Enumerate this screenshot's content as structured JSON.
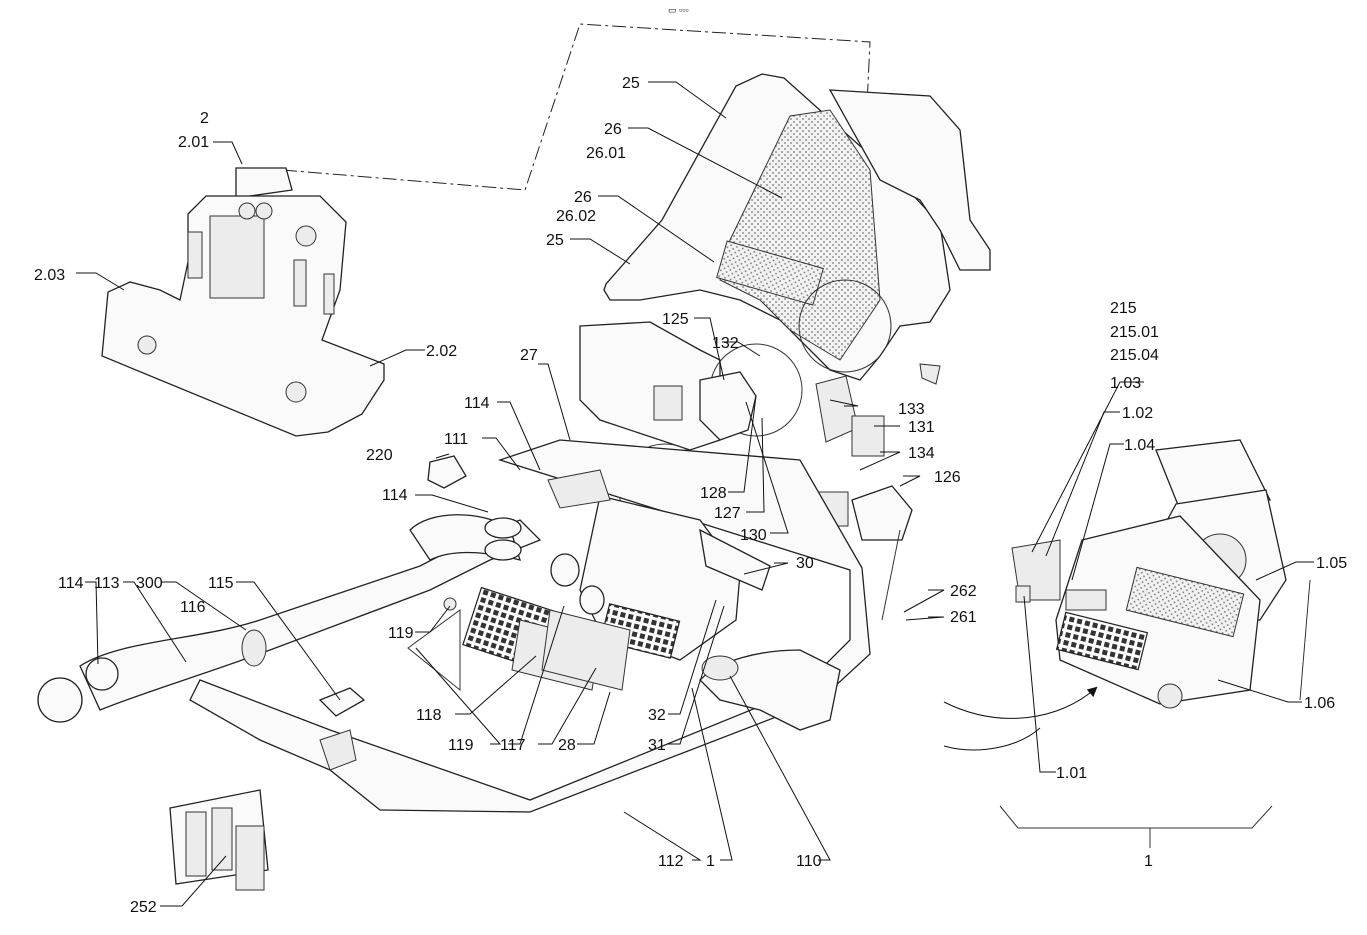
{
  "header": {
    "mark": "▭ ▫▫▫"
  },
  "callouts": [
    {
      "id": "c-2",
      "text": "2"
    },
    {
      "id": "c-2-01",
      "text": "2.01"
    },
    {
      "id": "c-2-03",
      "text": "2.03"
    },
    {
      "id": "c-2-02",
      "text": "2.02"
    },
    {
      "id": "c-25a",
      "text": "25"
    },
    {
      "id": "c-26a",
      "text": "26"
    },
    {
      "id": "c-26-01",
      "text": "26.01"
    },
    {
      "id": "c-26b",
      "text": "26"
    },
    {
      "id": "c-26-02",
      "text": "26.02"
    },
    {
      "id": "c-25b",
      "text": "25"
    },
    {
      "id": "c-125",
      "text": "125"
    },
    {
      "id": "c-132",
      "text": "132"
    },
    {
      "id": "c-27",
      "text": "27"
    },
    {
      "id": "c-114a",
      "text": "114"
    },
    {
      "id": "c-133",
      "text": "133"
    },
    {
      "id": "c-131",
      "text": "131"
    },
    {
      "id": "c-134",
      "text": "134"
    },
    {
      "id": "c-126",
      "text": "126"
    },
    {
      "id": "c-220",
      "text": "220"
    },
    {
      "id": "c-111",
      "text": "111"
    },
    {
      "id": "c-114b",
      "text": "114"
    },
    {
      "id": "c-128",
      "text": "128"
    },
    {
      "id": "c-127",
      "text": "127"
    },
    {
      "id": "c-130",
      "text": "130"
    },
    {
      "id": "c-30",
      "text": "30"
    },
    {
      "id": "c-262",
      "text": "262"
    },
    {
      "id": "c-261",
      "text": "261"
    },
    {
      "id": "c-114c",
      "text": "114"
    },
    {
      "id": "c-113",
      "text": "113"
    },
    {
      "id": "c-300",
      "text": "300"
    },
    {
      "id": "c-115",
      "text": "115"
    },
    {
      "id": "c-116",
      "text": "116"
    },
    {
      "id": "c-119a",
      "text": "119"
    },
    {
      "id": "c-118",
      "text": "118"
    },
    {
      "id": "c-119b",
      "text": "119"
    },
    {
      "id": "c-117",
      "text": "117"
    },
    {
      "id": "c-28",
      "text": "28"
    },
    {
      "id": "c-32",
      "text": "32"
    },
    {
      "id": "c-31",
      "text": "31"
    },
    {
      "id": "c-112",
      "text": "112"
    },
    {
      "id": "c-1a",
      "text": "1"
    },
    {
      "id": "c-110",
      "text": "110"
    },
    {
      "id": "c-252",
      "text": "252"
    },
    {
      "id": "c-215",
      "text": "215"
    },
    {
      "id": "c-215-01",
      "text": "215.01"
    },
    {
      "id": "c-215-04",
      "text": "215.04"
    },
    {
      "id": "c-1-03",
      "text": "1.03"
    },
    {
      "id": "c-1-02",
      "text": "1.02"
    },
    {
      "id": "c-1-04",
      "text": "1.04"
    },
    {
      "id": "c-1-05",
      "text": "1.05"
    },
    {
      "id": "c-1-06",
      "text": "1.06"
    },
    {
      "id": "c-1-01",
      "text": "1.01"
    },
    {
      "id": "c-1b",
      "text": "1"
    }
  ],
  "icons": {
    "arrow": "curved-arrow-icon"
  }
}
